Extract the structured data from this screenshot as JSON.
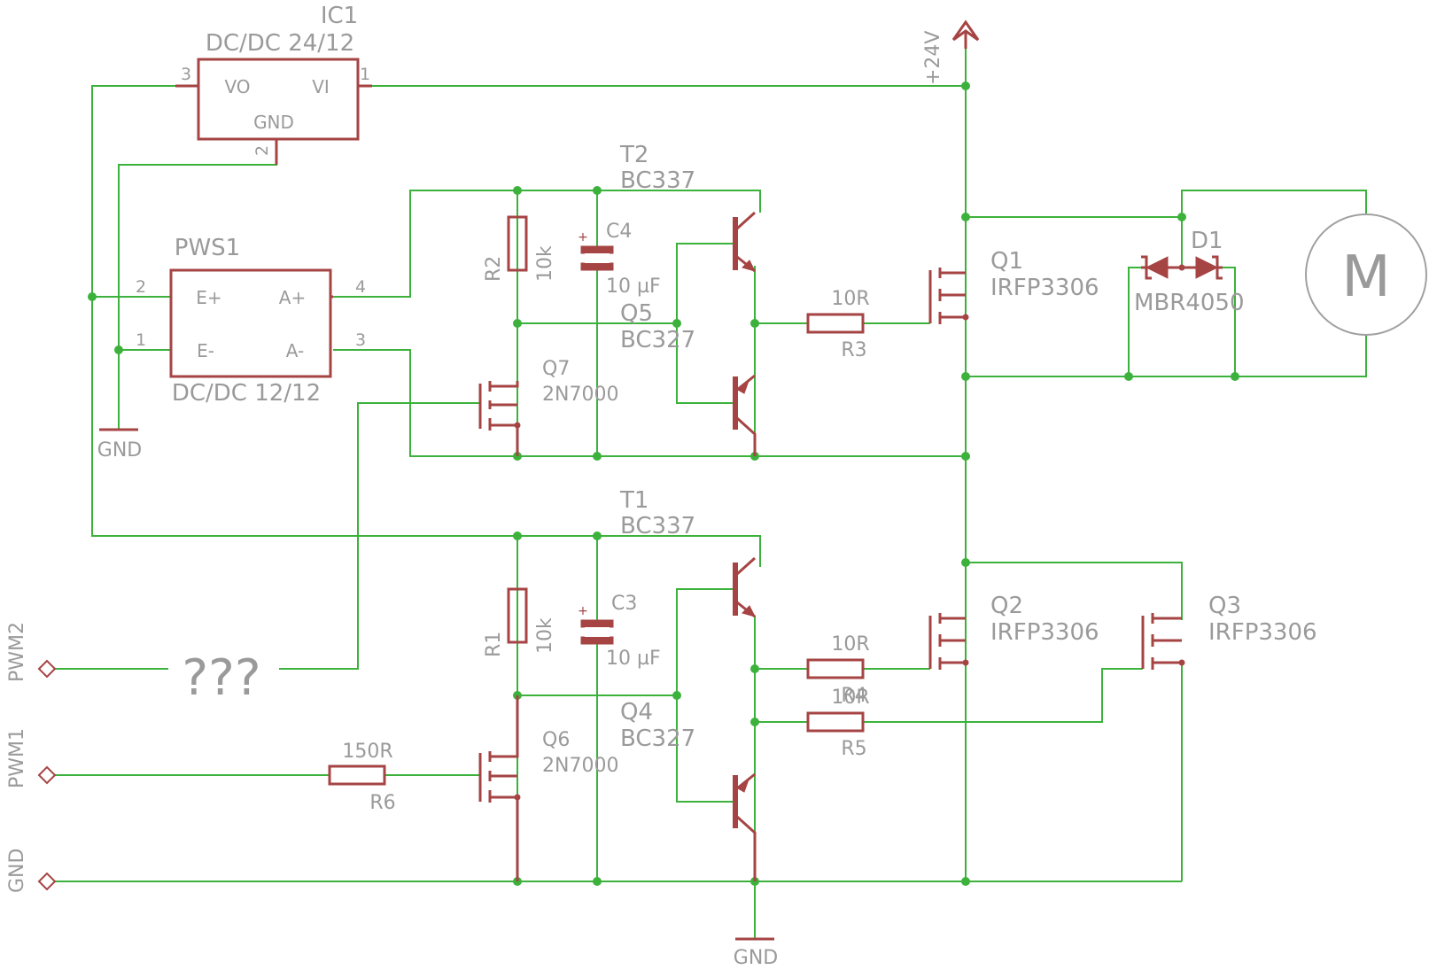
{
  "ic1": {
    "name": "IC1",
    "value": "DC/DC 24/12",
    "pins": {
      "vo": "VO",
      "vi": "VI",
      "gnd": "GND"
    },
    "pin_numbers": {
      "vo": "3",
      "vi": "1",
      "gnd": "2"
    }
  },
  "pws1": {
    "name": "PWS1",
    "value": "DC/DC 12/12",
    "pins": {
      "ep": "E+",
      "em": "E-",
      "ap": "A+",
      "am": "A-"
    },
    "pin_numbers": {
      "ep": "2",
      "em": "1",
      "ap": "4",
      "am": "3"
    }
  },
  "supply": {
    "label": "+24V"
  },
  "gnd_symbols": {
    "top": "GND",
    "bottom": "GND"
  },
  "ports": {
    "pwm2": "PWM2",
    "pwm1": "PWM1",
    "gnd": "GND"
  },
  "unknown": "???",
  "motor": {
    "label": "M"
  },
  "parts": {
    "t2": {
      "name": "T2",
      "value": "BC337"
    },
    "t1": {
      "name": "T1",
      "value": "BC337"
    },
    "q5": {
      "name": "Q5",
      "value": "BC327"
    },
    "q4": {
      "name": "Q4",
      "value": "BC327"
    },
    "q7": {
      "name": "Q7",
      "value": "2N7000"
    },
    "q6": {
      "name": "Q6",
      "value": "2N7000"
    },
    "q1": {
      "name": "Q1",
      "value": "IRFP3306"
    },
    "q2": {
      "name": "Q2",
      "value": "IRFP3306"
    },
    "q3": {
      "name": "Q3",
      "value": "IRFP3306"
    },
    "r1": {
      "name": "R1",
      "value": "10k"
    },
    "r2": {
      "name": "R2",
      "value": "10k"
    },
    "r3": {
      "name": "R3",
      "value": "10R"
    },
    "r4": {
      "name": "R4",
      "value": "10R"
    },
    "r5": {
      "name": "R5",
      "value": "10R"
    },
    "r6": {
      "name": "R6",
      "value": "150R"
    },
    "c3": {
      "name": "C3",
      "value": "10 µF"
    },
    "c4": {
      "name": "C4",
      "value": "10 µF"
    },
    "d1": {
      "name": "D1",
      "value": "MBR4050"
    }
  },
  "colors": {
    "wire": "#3cb23c",
    "part": "#a64444",
    "text": "#9a9a9a",
    "background": "#ffffff"
  }
}
